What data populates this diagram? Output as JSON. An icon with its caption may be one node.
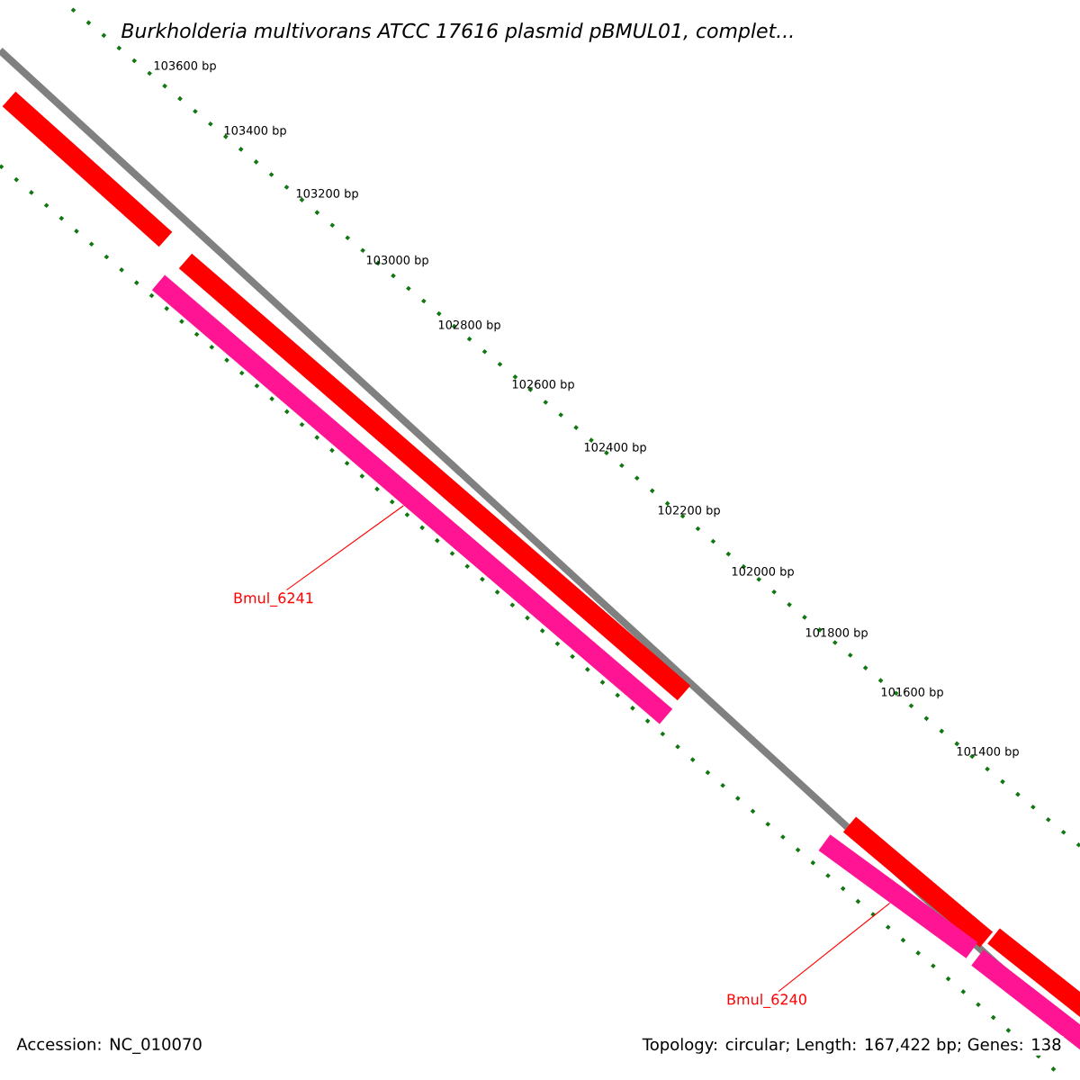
{
  "diagram": {
    "title": "Burkholderia multivorans ATCC 17616 plasmid pBMUL01, complet...",
    "nodes": [
      {
        "text": [
          "Bmul_6241"
        ]
      },
      {
        "text": [],
        "shape": "bar"
      },
      {
        "text": [
          "Bmul_6240"
        ]
      },
      {
        "text": [],
        "shape": "bar"
      }
    ],
    "edges": [
      {
        "from": 0,
        "to": 1,
        "arrow": "none"
      },
      {
        "from": 2,
        "to": 3,
        "arrow": "none"
      }
    ],
    "labels": [
      "103600 bp",
      "103400 bp",
      "103200 bp",
      "103000 bp",
      "102800 bp",
      "102600 bp",
      "102400 bp",
      "102200 bp",
      "102000 bp",
      "101800 bp",
      "101600 bp",
      "101400 bp",
      "Accession: NC_010070",
      "Topology: circular; Length: 167,422 bp; Genes: 138"
    ]
  }
}
